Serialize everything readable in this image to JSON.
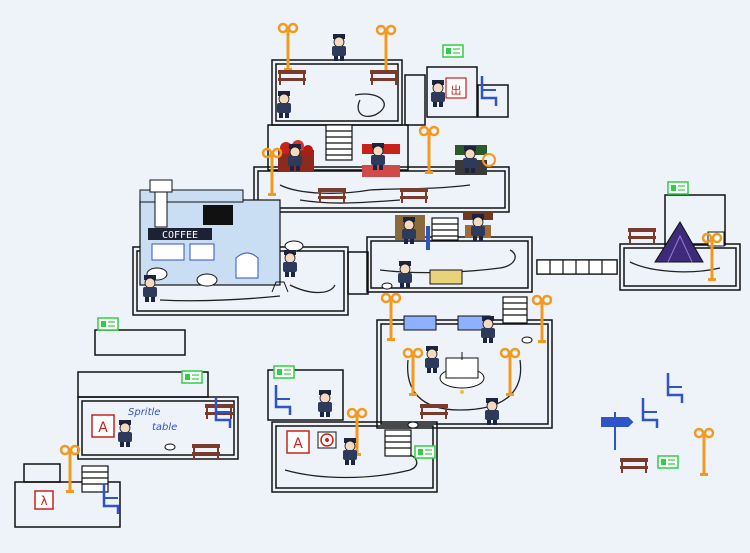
{
  "scene": {
    "cafe_sign": "COFFEE",
    "note_text_line1": "Spritle",
    "note_text_line2": "table",
    "booth_letter": "A",
    "lambda_glyph": "λ",
    "red_glyph": "出"
  },
  "colors": {
    "background": "#eef2f9",
    "outline": "#111111",
    "lamp": "#f29a1f",
    "bench": "#7a3a2c",
    "guard": "#2d3a5c",
    "green_sign": "#2fcf45",
    "blue_furniture": "#2f54c8",
    "tent": "#3d2b7a",
    "cafe": "#c9ddf3",
    "path": "#222222"
  },
  "icons": [
    "lamp-post-icon",
    "bench-icon",
    "guard-icon",
    "green-terminal-icon",
    "market-stall-icon",
    "tent-icon",
    "fountain-icon",
    "signpost-icon",
    "target-icon",
    "flower-planter-icon"
  ]
}
